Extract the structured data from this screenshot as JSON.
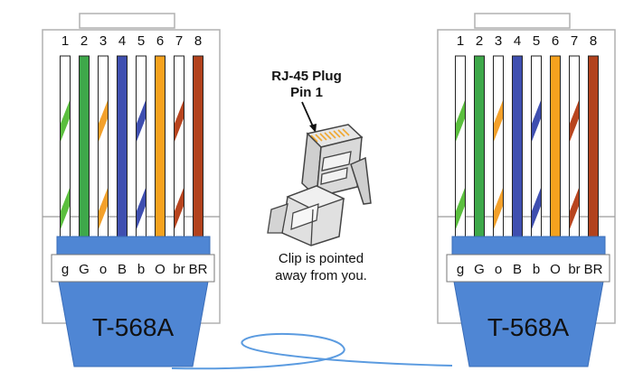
{
  "connectors": [
    {
      "standard": "T-568A",
      "pins": [
        "1",
        "2",
        "3",
        "4",
        "5",
        "6",
        "7",
        "8"
      ],
      "wire_codes": [
        "g",
        "G",
        "o",
        "B",
        "b",
        "O",
        "br",
        "BR"
      ]
    },
    {
      "standard": "T-568A",
      "pins": [
        "1",
        "2",
        "3",
        "4",
        "5",
        "6",
        "7",
        "8"
      ],
      "wire_codes": [
        "g",
        "G",
        "o",
        "B",
        "b",
        "O",
        "br",
        "BR"
      ]
    }
  ],
  "wires": [
    {
      "base": "#ffffff",
      "stripe": "#5bbf3e"
    },
    {
      "base": "#3ea84a",
      "stripe": null
    },
    {
      "base": "#ffffff",
      "stripe": "#f4a12b"
    },
    {
      "base": "#3f4fb0",
      "stripe": null
    },
    {
      "base": "#ffffff",
      "stripe": "#3f4fb0"
    },
    {
      "base": "#f6a21e",
      "stripe": null
    },
    {
      "base": "#ffffff",
      "stripe": "#b8451f"
    },
    {
      "base": "#b2421d",
      "stripe": null
    }
  ],
  "center": {
    "plug_title_line1": "RJ-45 Plug",
    "plug_title_line2": "Pin 1",
    "note_line1": "Clip is pointed",
    "note_line2": "away from you."
  },
  "colors": {
    "boot": "#4f86d4",
    "boot_stroke": "#3a6db8",
    "cable": "#5b9be0",
    "housing_stroke": "#b0b0b0",
    "plug_body": "#d9d9d9",
    "pin_gold": "#f0a830"
  }
}
